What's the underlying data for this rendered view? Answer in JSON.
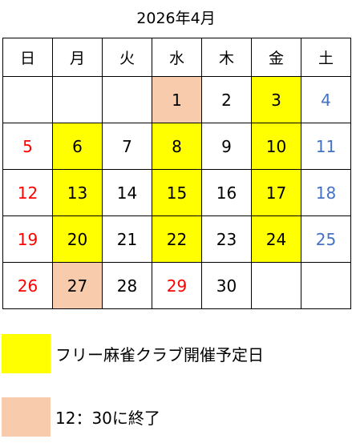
{
  "title": "2026年4月",
  "colors": {
    "highlight_yellow": "#ffff00",
    "highlight_salmon": "#f8cbad",
    "sunday_red": "#ff0000",
    "saturday_blue": "#4472c4",
    "default_text": "#000000"
  },
  "weekdays": [
    "日",
    "月",
    "火",
    "水",
    "木",
    "金",
    "土"
  ],
  "weeks": [
    [
      {
        "day": "",
        "color": "default",
        "fill": "none"
      },
      {
        "day": "",
        "color": "default",
        "fill": "none"
      },
      {
        "day": "",
        "color": "default",
        "fill": "none"
      },
      {
        "day": "1",
        "color": "default",
        "fill": "salmon"
      },
      {
        "day": "2",
        "color": "default",
        "fill": "none"
      },
      {
        "day": "3",
        "color": "default",
        "fill": "yellow"
      },
      {
        "day": "4",
        "color": "blue",
        "fill": "none"
      }
    ],
    [
      {
        "day": "5",
        "color": "red",
        "fill": "none"
      },
      {
        "day": "6",
        "color": "default",
        "fill": "yellow"
      },
      {
        "day": "7",
        "color": "default",
        "fill": "none"
      },
      {
        "day": "8",
        "color": "default",
        "fill": "yellow"
      },
      {
        "day": "9",
        "color": "default",
        "fill": "none"
      },
      {
        "day": "10",
        "color": "default",
        "fill": "yellow"
      },
      {
        "day": "11",
        "color": "blue",
        "fill": "none"
      }
    ],
    [
      {
        "day": "12",
        "color": "red",
        "fill": "none"
      },
      {
        "day": "13",
        "color": "default",
        "fill": "yellow"
      },
      {
        "day": "14",
        "color": "default",
        "fill": "none"
      },
      {
        "day": "15",
        "color": "default",
        "fill": "yellow"
      },
      {
        "day": "16",
        "color": "default",
        "fill": "none"
      },
      {
        "day": "17",
        "color": "default",
        "fill": "yellow"
      },
      {
        "day": "18",
        "color": "blue",
        "fill": "none"
      }
    ],
    [
      {
        "day": "19",
        "color": "red",
        "fill": "none"
      },
      {
        "day": "20",
        "color": "default",
        "fill": "yellow"
      },
      {
        "day": "21",
        "color": "default",
        "fill": "none"
      },
      {
        "day": "22",
        "color": "default",
        "fill": "yellow"
      },
      {
        "day": "23",
        "color": "default",
        "fill": "none"
      },
      {
        "day": "24",
        "color": "default",
        "fill": "yellow"
      },
      {
        "day": "25",
        "color": "blue",
        "fill": "none"
      }
    ],
    [
      {
        "day": "26",
        "color": "red",
        "fill": "none"
      },
      {
        "day": "27",
        "color": "default",
        "fill": "salmon"
      },
      {
        "day": "28",
        "color": "default",
        "fill": "none"
      },
      {
        "day": "29",
        "color": "red",
        "fill": "none"
      },
      {
        "day": "30",
        "color": "default",
        "fill": "none"
      },
      {
        "day": "",
        "color": "default",
        "fill": "none"
      },
      {
        "day": "",
        "color": "default",
        "fill": "none"
      }
    ]
  ],
  "legend": {
    "yellow_label": "フリー麻雀クラブ開催予定日",
    "salmon_label": "12：30に終了"
  }
}
